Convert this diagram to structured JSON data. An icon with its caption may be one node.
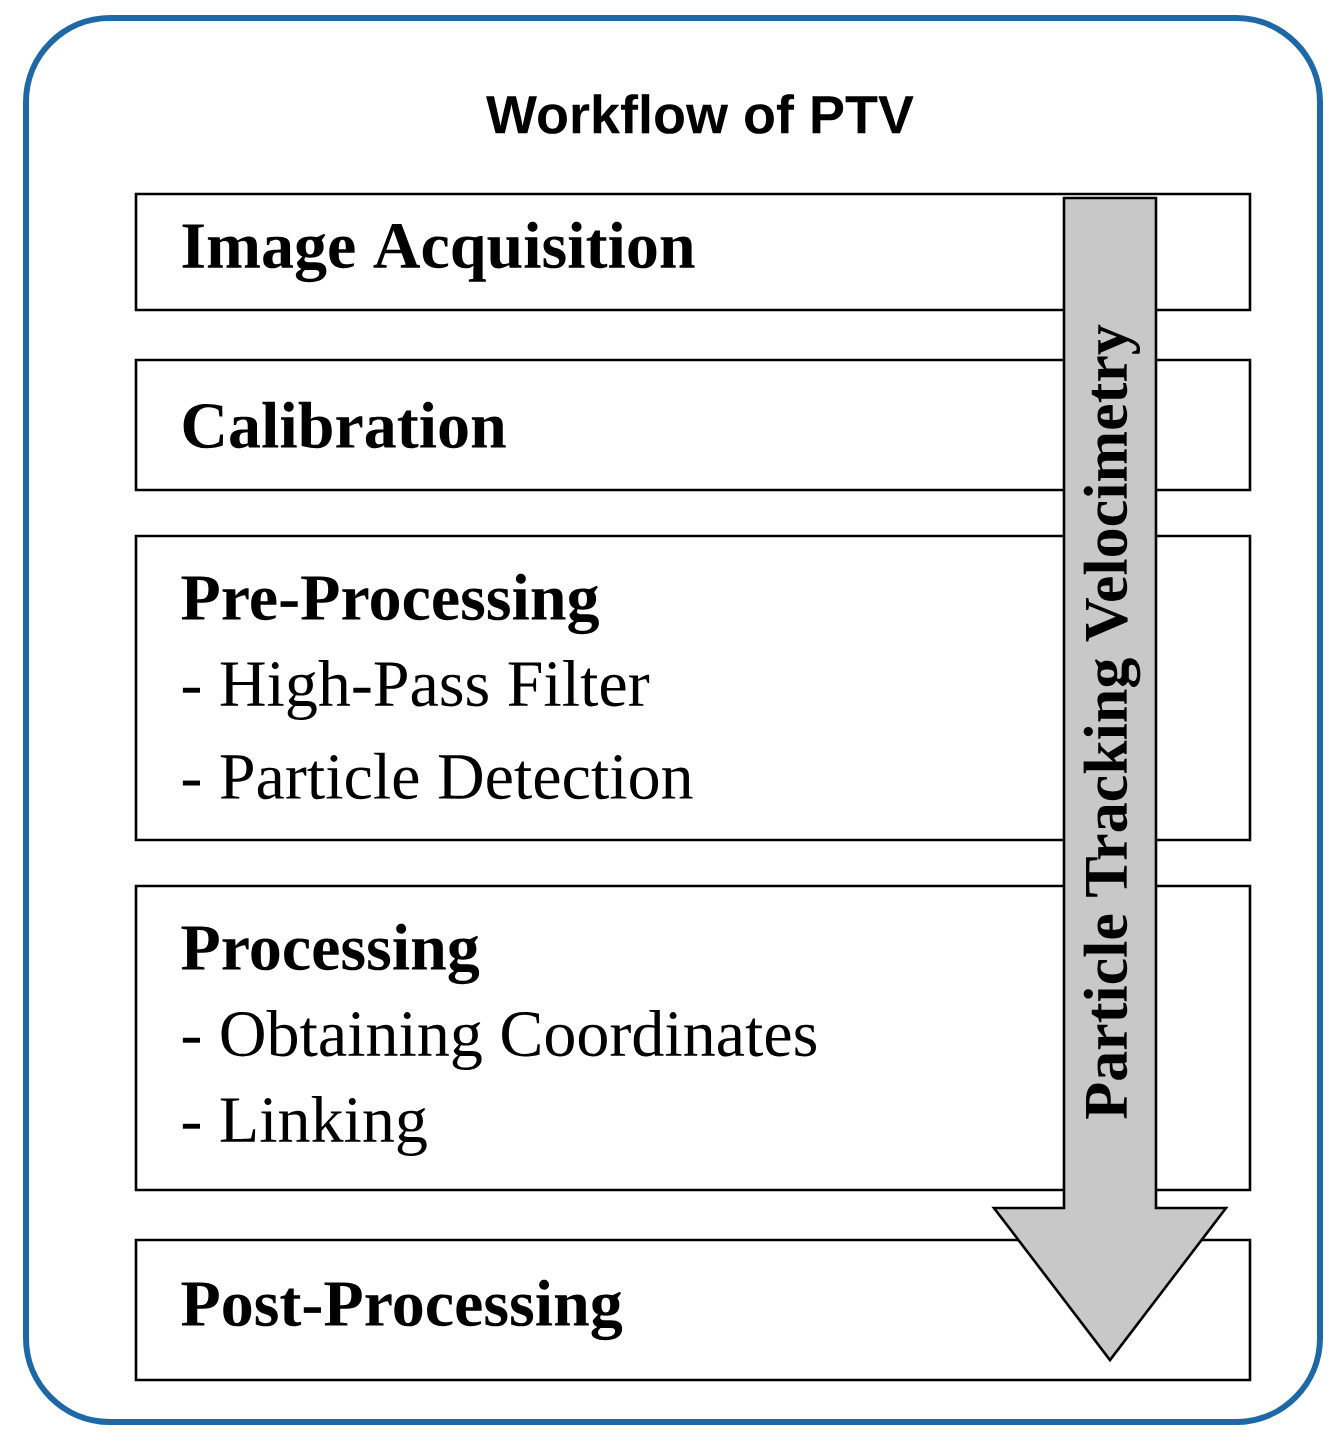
{
  "diagram": {
    "nodes": [
      {
        "text": [
          "Workflow of PTV"
        ]
      },
      {
        "text": [
          "Image Acquisition"
        ],
        "in": 0
      },
      {
        "text": [
          "Calibration"
        ],
        "in": 0
      },
      {
        "text": [
          "Pre-Processing",
          "- High-Pass Filter",
          "- Particle Detection"
        ],
        "in": 0
      },
      {
        "text": [
          "Processing",
          "- Obtaining Coordinates",
          "- Linking"
        ],
        "in": 0
      },
      {
        "text": [
          "Post-Processing"
        ],
        "in": 0
      },
      {
        "text": [
          "Particle Tracking Velocimetry"
        ],
        "in": 0
      }
    ],
    "edges": []
  }
}
